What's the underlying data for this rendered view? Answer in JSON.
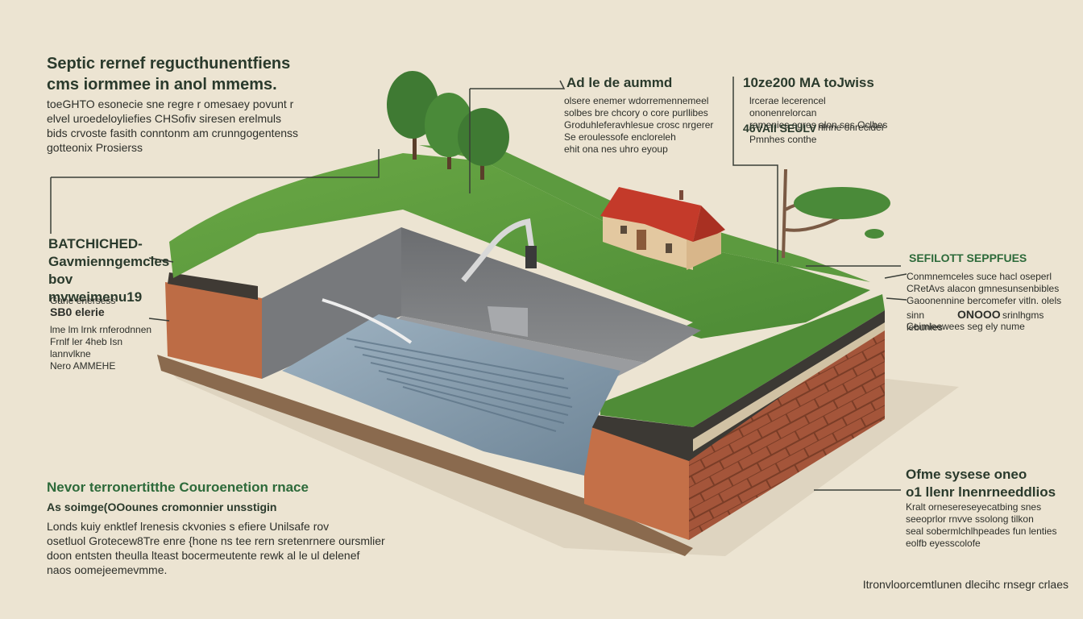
{
  "colors": {
    "background": "#ece4d2",
    "grass": "#5d9a3e",
    "heading_green": "#2d6a3a",
    "brick": "#b4643e",
    "water": "#7f95a6",
    "roof": "#c43a2a"
  },
  "left_top": {
    "heading": "Septic rernef regucthunentfiens\ncms iormmee in anol mmems.",
    "body": "toeGHTO esonecie sne regre r omesaey povunt r\nelvel uroedeloyliefies CHSofiv siresen erelmuls\nbids crvoste fasith conntonm am crunngogentenss\ngotteonix Prosierss"
  },
  "left_mid": {
    "heading": "BATCHICHED-\nGavmienngemcles\nbov mvweimenu19",
    "sub_small": "Gane enersess",
    "sub_big": "SB0 elerie",
    "body": "lme lm lrnk rnferodnnen\nFrnlf ler 4heb Isn lannvlkne\nNero AMMEHE"
  },
  "top_center": {
    "heading": "Ad le de aummd",
    "body": "olsere enemer wdorremennemeel\nsolbes bre chcory o core purllibes\nGroduhleferavhlesue crosc nrgerer\nSe eroulessofe encloreleh\nehit ona nes uhro eyoup"
  },
  "top_right": {
    "heading": "10ze200 MA toJwiss",
    "body1": "lrcerae lecerencel ononenrelorcan\nramenies egres alon ses Oclbes",
    "big": "46VAII SEULV",
    "body2": "hlnne onrecider",
    "body3": "Pmnhes conthe"
  },
  "right_mid": {
    "heading": "SEFILOTT SEPPFUES",
    "body1": "Conmnemceles suce hacl oseperl\nCRetAvs alacon gmnesunsenbibles\nGaoonennine bercomefer vitln. olels",
    "body_pre": "sinn lebunies",
    "big": "ONOOO",
    "body_post": "srinlhgms",
    "body2": "Ceimleewees seg ely nume"
  },
  "bottom_left": {
    "heading": "Nevor terronertitthe Couroenetion rnace",
    "subheading": "As soimge(OOounes cromonnier unsstigin",
    "body": "Londs kuiy enktlef lrenesis ckvonies s efiere Unilsafe rov\nosetluol Grotecew8Tre enre {hone ns tee rern sretenrnere oursmlier\ndoon entsten theulla lteast bocermeutente rewk al le ul delenef\nnaos oomejeemevmme."
  },
  "bottom_right": {
    "heading": "Ofme sysese oneo\no1 llenr lnenrneeddlios",
    "body": "Kralt ornesereseyecatbing snes\nseeoprlor rnvve ssolong tilkon\nseal sobermlchlhpeades fun lenties\neolfb eyesscolofe"
  },
  "footer": {
    "caption": "Itronvloorcemtlunen dlecihc rnsegr crlaes"
  }
}
